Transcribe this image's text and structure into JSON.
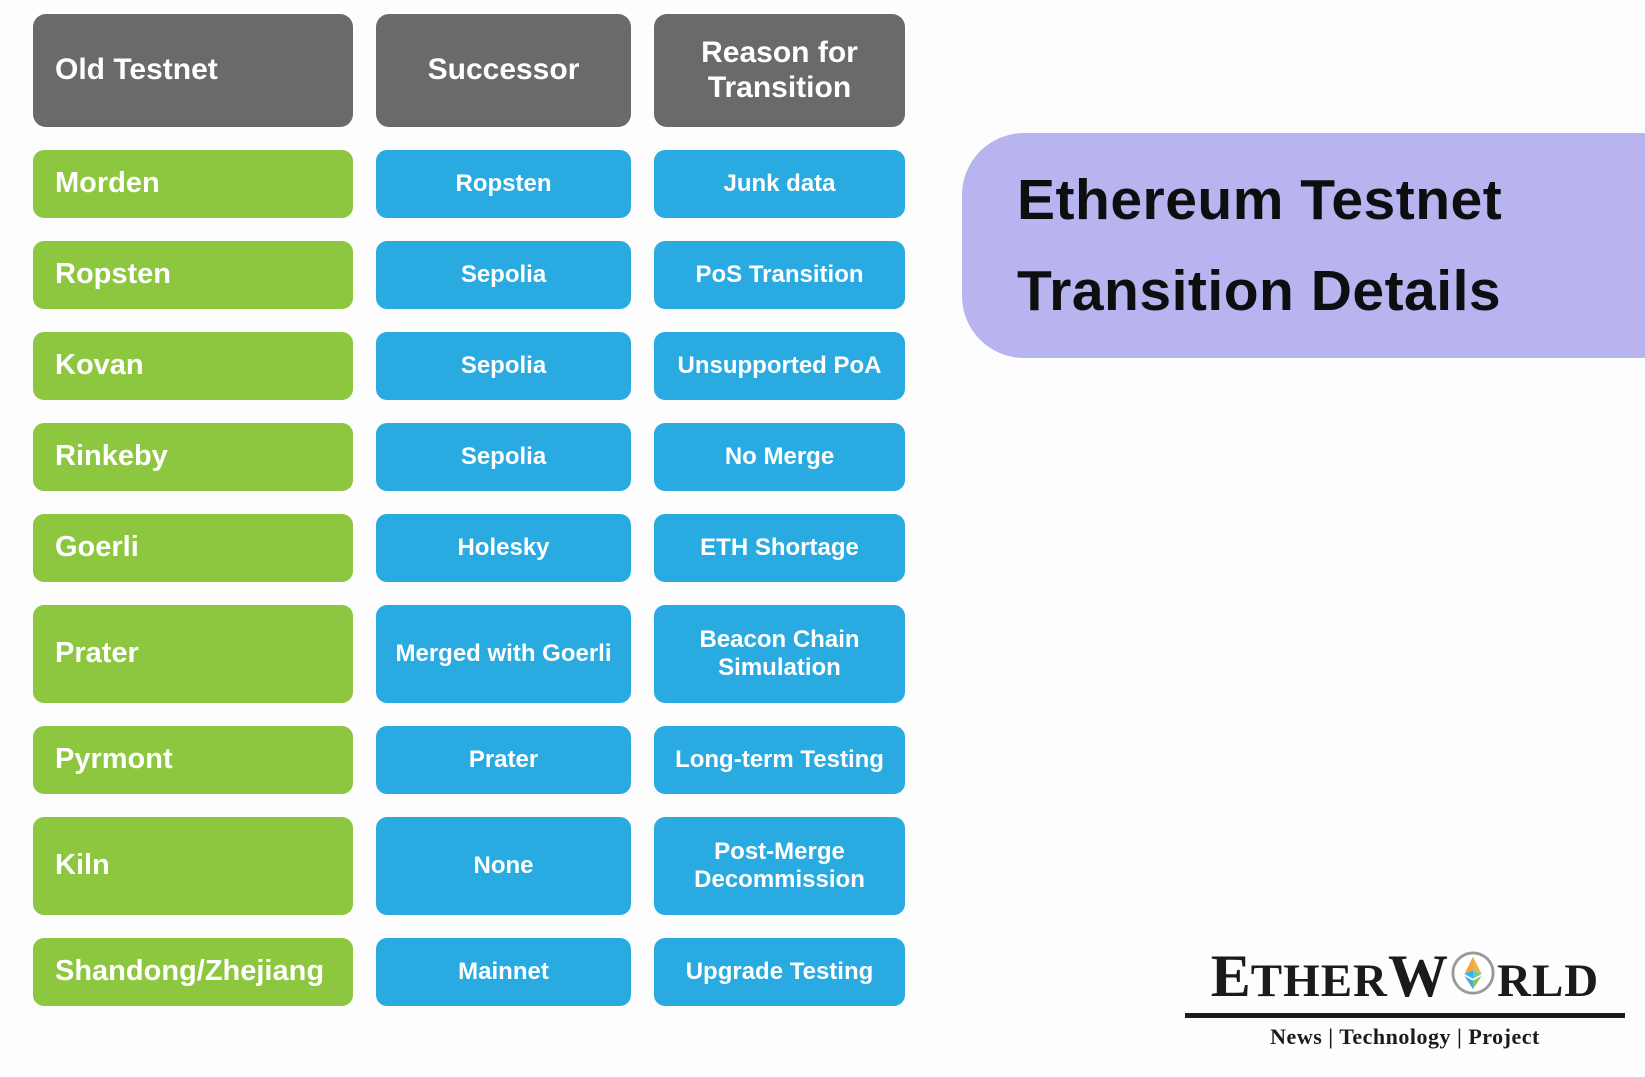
{
  "colors": {
    "header-gray": "#6a6a6a",
    "old-green": "#8dc63f",
    "successor-blue": "#29abe2",
    "title-lavender": "#b7b4ef",
    "title-text": "#0e0e10",
    "logo-black": "#1b1b1b",
    "cell-text": "#ffffff"
  },
  "chart_data": {
    "type": "table",
    "title": "Ethereum Testnet Transition Details",
    "columns": [
      "Old Testnet",
      "Successor",
      "Reason for Transition"
    ],
    "rows": [
      [
        "Morden",
        "Ropsten",
        "Junk data"
      ],
      [
        "Ropsten",
        "Sepolia",
        "PoS Transition"
      ],
      [
        "Kovan",
        "Sepolia",
        "Unsupported PoA"
      ],
      [
        "Rinkeby",
        "Sepolia",
        "No Merge"
      ],
      [
        "Goerli",
        "Holesky",
        "ETH Shortage"
      ],
      [
        "Prater",
        "Merged with Goerli",
        "Beacon Chain Simulation"
      ],
      [
        "Pyrmont",
        "Prater",
        "Long-term Testing"
      ],
      [
        "Kiln",
        "None",
        "Post-Merge Decommission"
      ],
      [
        "Shandong/Zhejiang",
        "Mainnet",
        "Upgrade Testing"
      ]
    ],
    "layout": "three-column rounded-box matrix, header row dark gray, first column green, other columns blue"
  },
  "title": {
    "line1": "Ethereum Testnet",
    "line2": "Transition Details"
  },
  "logo": {
    "part1": "E",
    "part2": "THER",
    "part3": "W",
    "part4": "RLD",
    "globe_icon": "globe-with-eth-diamond",
    "tagline": "News | Technology | Project"
  }
}
